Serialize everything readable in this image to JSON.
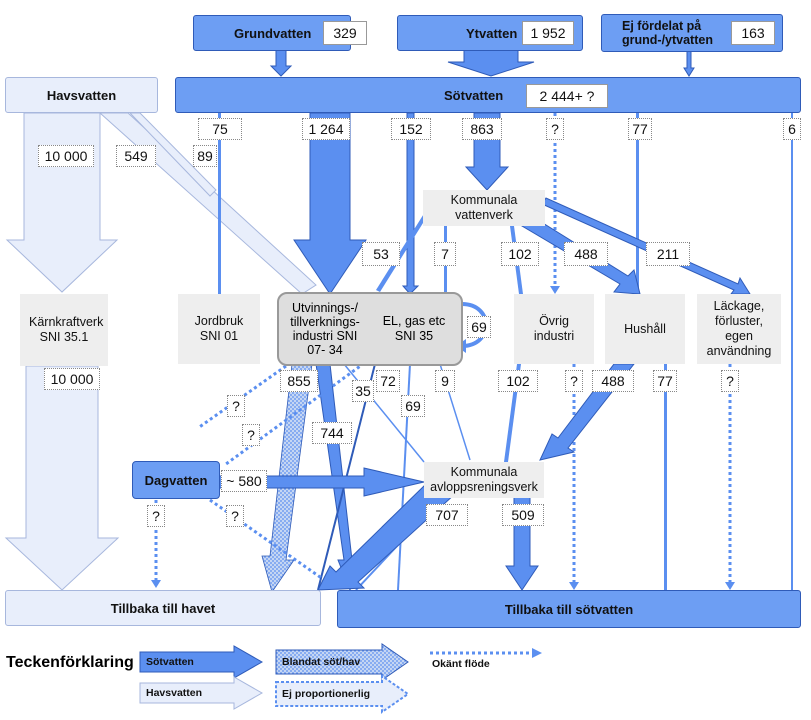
{
  "nodes": {
    "grundvatten": {
      "label": "Grundvatten",
      "value": "329"
    },
    "ytvatten": {
      "label": "Ytvatten",
      "value": "1 952"
    },
    "ej_fordelat": {
      "label": "Ej fördelat på grund-/ytvatten",
      "value": "163"
    },
    "havsvatten": {
      "label": "Havsvatten"
    },
    "sotvatten": {
      "label": "Sötvatten",
      "value": "2 444+ ?"
    },
    "kommunala_vattenverk": {
      "label": "Kommunala vattenverk"
    },
    "karnkraftverk": {
      "label": "Kärnkraftverk SNI 35.1"
    },
    "jordbruk": {
      "label": "Jordbruk SNI 01"
    },
    "utvinning": {
      "label": "Utvinnings-/ tillverknings- industri SNI 07- 34"
    },
    "el_gas": {
      "label": "EL, gas etc SNI 35"
    },
    "ovrig_industri": {
      "label": "Övrig industri"
    },
    "hushall": {
      "label": "Hushåll"
    },
    "lackage": {
      "label": "Läckage, förluster, egen användning"
    },
    "dagvatten": {
      "label": "Dagvatten"
    },
    "avlopp": {
      "label": "Kommunala avloppsreningsverk"
    },
    "tillbaka_havet": {
      "label": "Tillbaka till havet"
    },
    "tillbaka_sotvatten": {
      "label": "Tillbaka till sötvatten"
    }
  },
  "flows": {
    "sot_jordbruk": "75",
    "sot_utvinning": "1 264",
    "sot_el": "152",
    "sot_kommunala": "863",
    "sot_ovrig": "?",
    "sot_hushall": "77",
    "sot_lackage": "6",
    "hav_karnkraft": "10 000",
    "hav_utvinning": "549",
    "hav_jordbruk": "89",
    "kv_utvinning": "53",
    "kv_el": "7",
    "kv_ovrig": "102",
    "kv_hushall": "488",
    "kv_lackage": "211",
    "el_loop": "69",
    "karnkraft_out": "10 000",
    "utv_hav": "855",
    "utv_35": "35",
    "utv_72": "72",
    "el_69": "69",
    "el_9": "9",
    "utv_744": "744",
    "ovrig_out": "102",
    "ovrig_q": "?",
    "hushall_avlopp": "488",
    "hushall_sot": "77",
    "lackage_q": "?",
    "utv_q1": "?",
    "utv_q2": "?",
    "dag_avlopp": "~ 580",
    "dag_q1": "?",
    "dag_q2": "?",
    "avlopp_hav": "707",
    "avlopp_sot": "509"
  },
  "legend": {
    "title": "Teckenförklaring",
    "sotvatten": "Sötvatten",
    "havsvatten": "Havsvatten",
    "blandat": "Blandat söt/hav",
    "ej_prop": "Ej proportionerlig",
    "okant": "Okänt flöde"
  },
  "colors": {
    "sweet": "#5b8ff0",
    "sweet_dark": "#2f5bb8",
    "sea": "#e8eefb",
    "sea_border": "#a7b7dd",
    "node_grey": "#eeeeee"
  }
}
